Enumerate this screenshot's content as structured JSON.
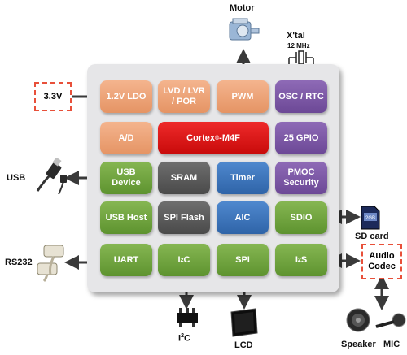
{
  "blocks": {
    "ldo": "1.2V LDO",
    "lvd": "LVD / LVR\n/ POR",
    "pwm": "PWM",
    "osc": "OSC / RTC",
    "ad": "A/D",
    "cpu": "Cortex",
    "cpu_reg": "®",
    "cpu_suffix": "-M4F",
    "gpio": "25 GPIO",
    "usbdev": "USB\nDevice",
    "sram": "SRAM",
    "timer": "Timer",
    "pmoc": "PMOC\nSecurity",
    "usbhost": "USB Host",
    "spiflash": "SPI Flash",
    "aic": "AIC",
    "sdio": "SDIO",
    "uart": "UART",
    "i2c_pre": "I",
    "i2c_sup": "2",
    "i2c_post": "C",
    "spi": "SPI",
    "i2s_pre": "I",
    "i2s_sup": "2",
    "i2s_post": "S"
  },
  "external": {
    "motor": "Motor",
    "xtal": "X'tal",
    "xtal_freq": "12 MHz",
    "power": "3.3V",
    "usb": "USB",
    "rs232": "RS232",
    "sdcard": "SD card",
    "sdcard_chip": "2GB",
    "codec": "Audio\nCodec",
    "i2c_pre": "I",
    "i2c_sup": "2",
    "i2c_post": "C",
    "lcd": "LCD",
    "speaker": "Speaker",
    "mic": "MIC"
  },
  "colors": {
    "orange": "#e59464",
    "purple": "#6c4896",
    "green": "#5e932f",
    "dark": "#4a4a4a",
    "blue": "#2f64a8",
    "red": "#c80a0a",
    "dashed_border": "#e8503a",
    "arrow": "#3a3a3a"
  },
  "icons": [
    "motor-icon",
    "crystal-icon",
    "usb-cable-icon",
    "rs232-cable-icon",
    "sd-card-icon",
    "i2c-chip-icon",
    "lcd-panel-icon",
    "speaker-icon",
    "microphone-icon"
  ]
}
